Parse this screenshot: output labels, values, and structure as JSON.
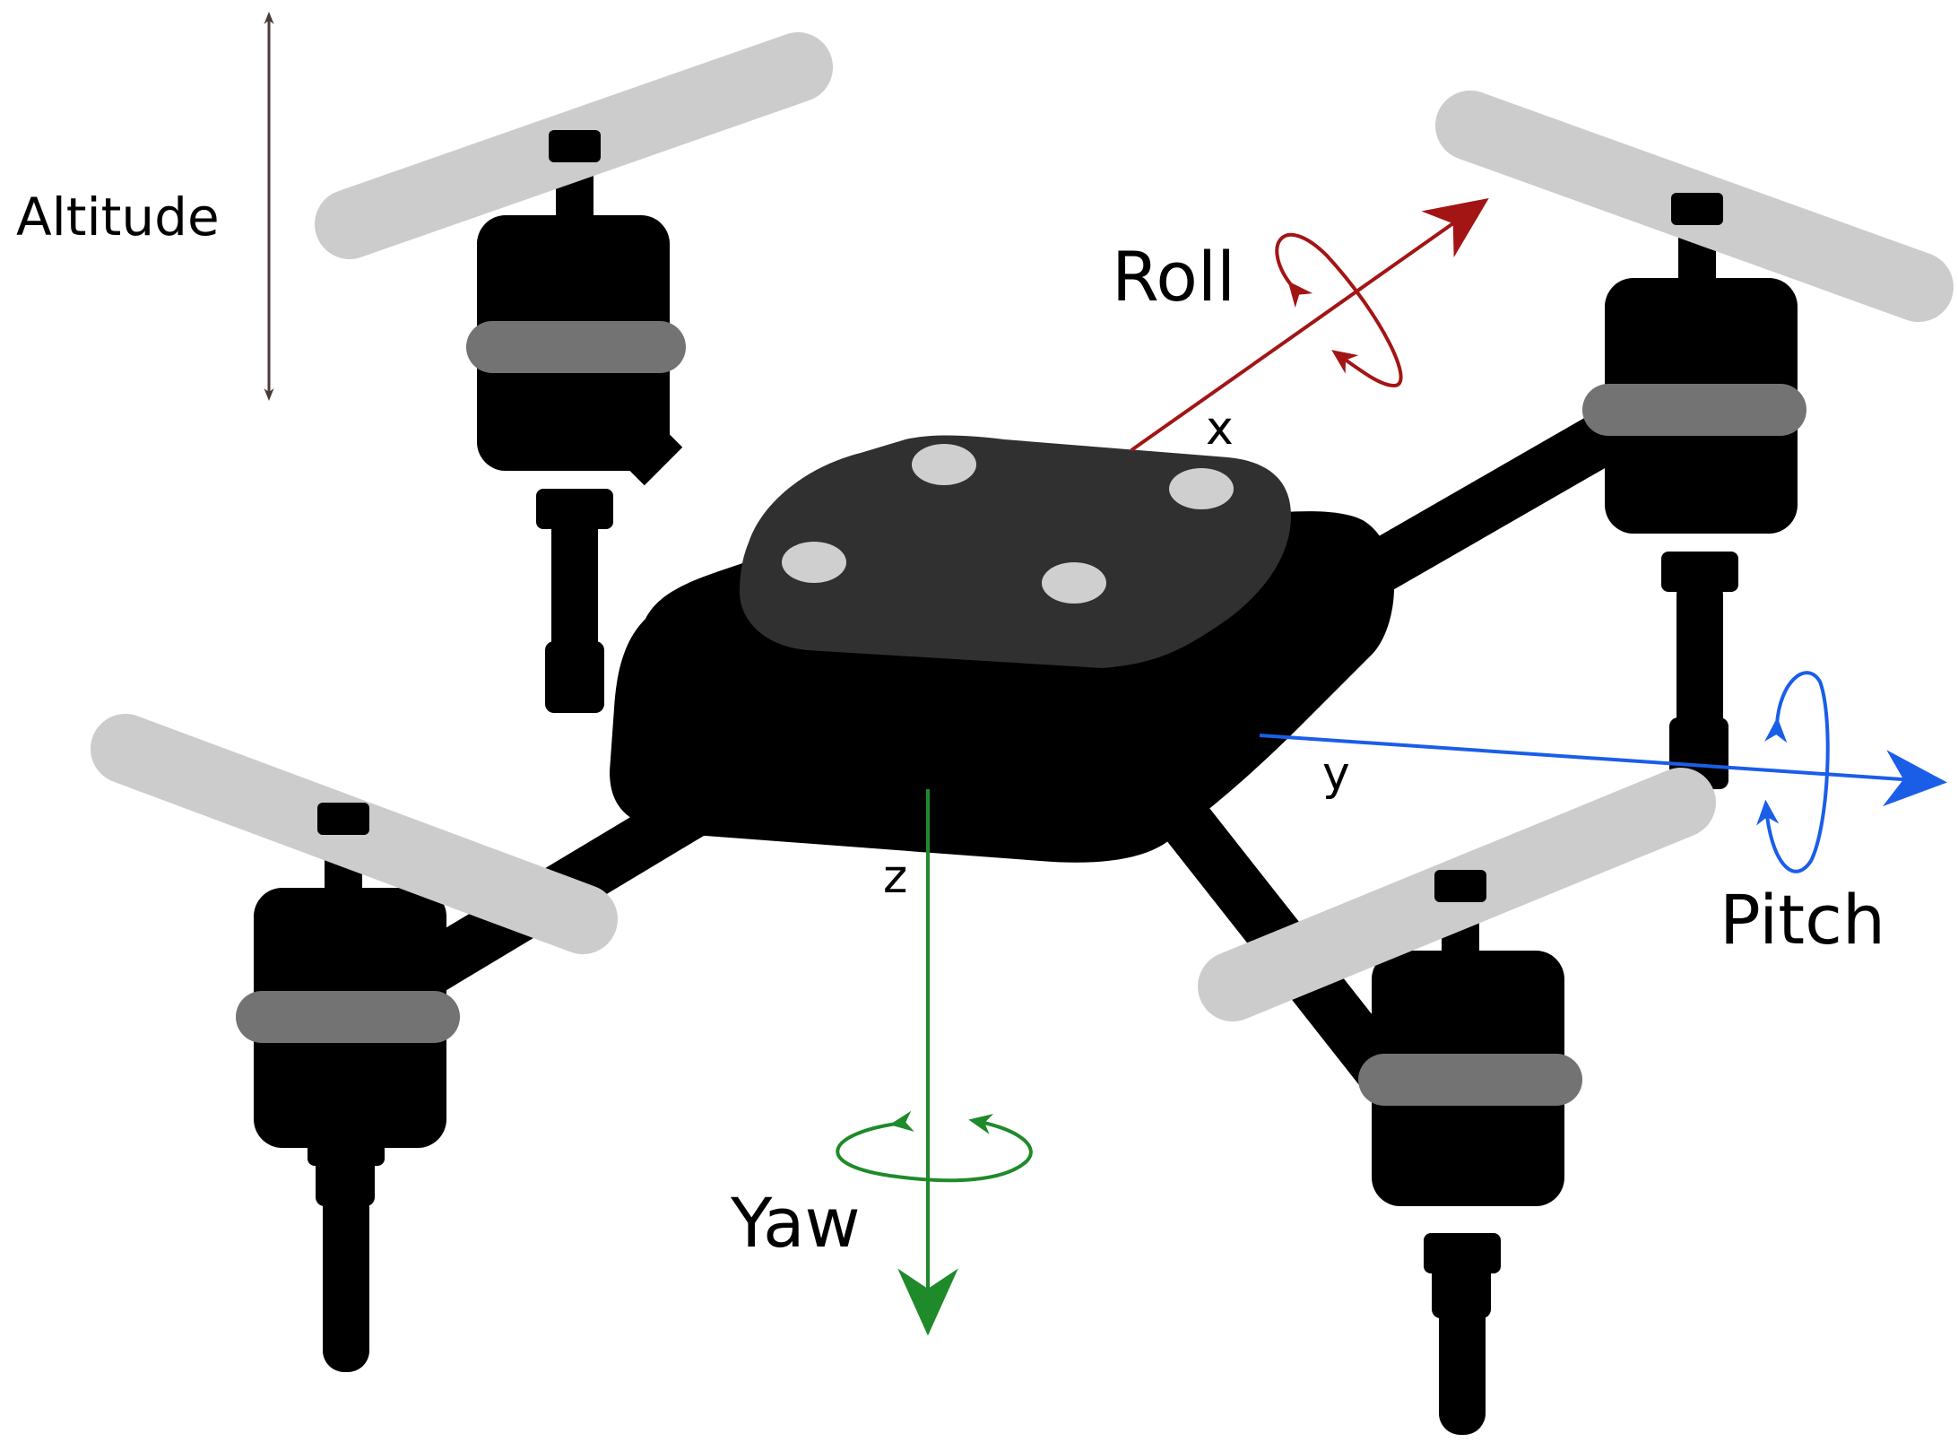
{
  "labels": {
    "altitude": "Altitude",
    "roll": "Roll",
    "pitch": "Pitch",
    "yaw": "Yaw",
    "x_axis": "x",
    "y_axis": "y",
    "z_axis": "z"
  },
  "colors": {
    "altitude": "#4a3a3a",
    "roll": "#a31515",
    "pitch": "#1a5ee8",
    "yaw": "#1f8a2a",
    "body": "#000000",
    "canopy": "#303030",
    "propeller": "#cccccc",
    "motor_band": "#737373",
    "marker": "#cfcfcf"
  }
}
